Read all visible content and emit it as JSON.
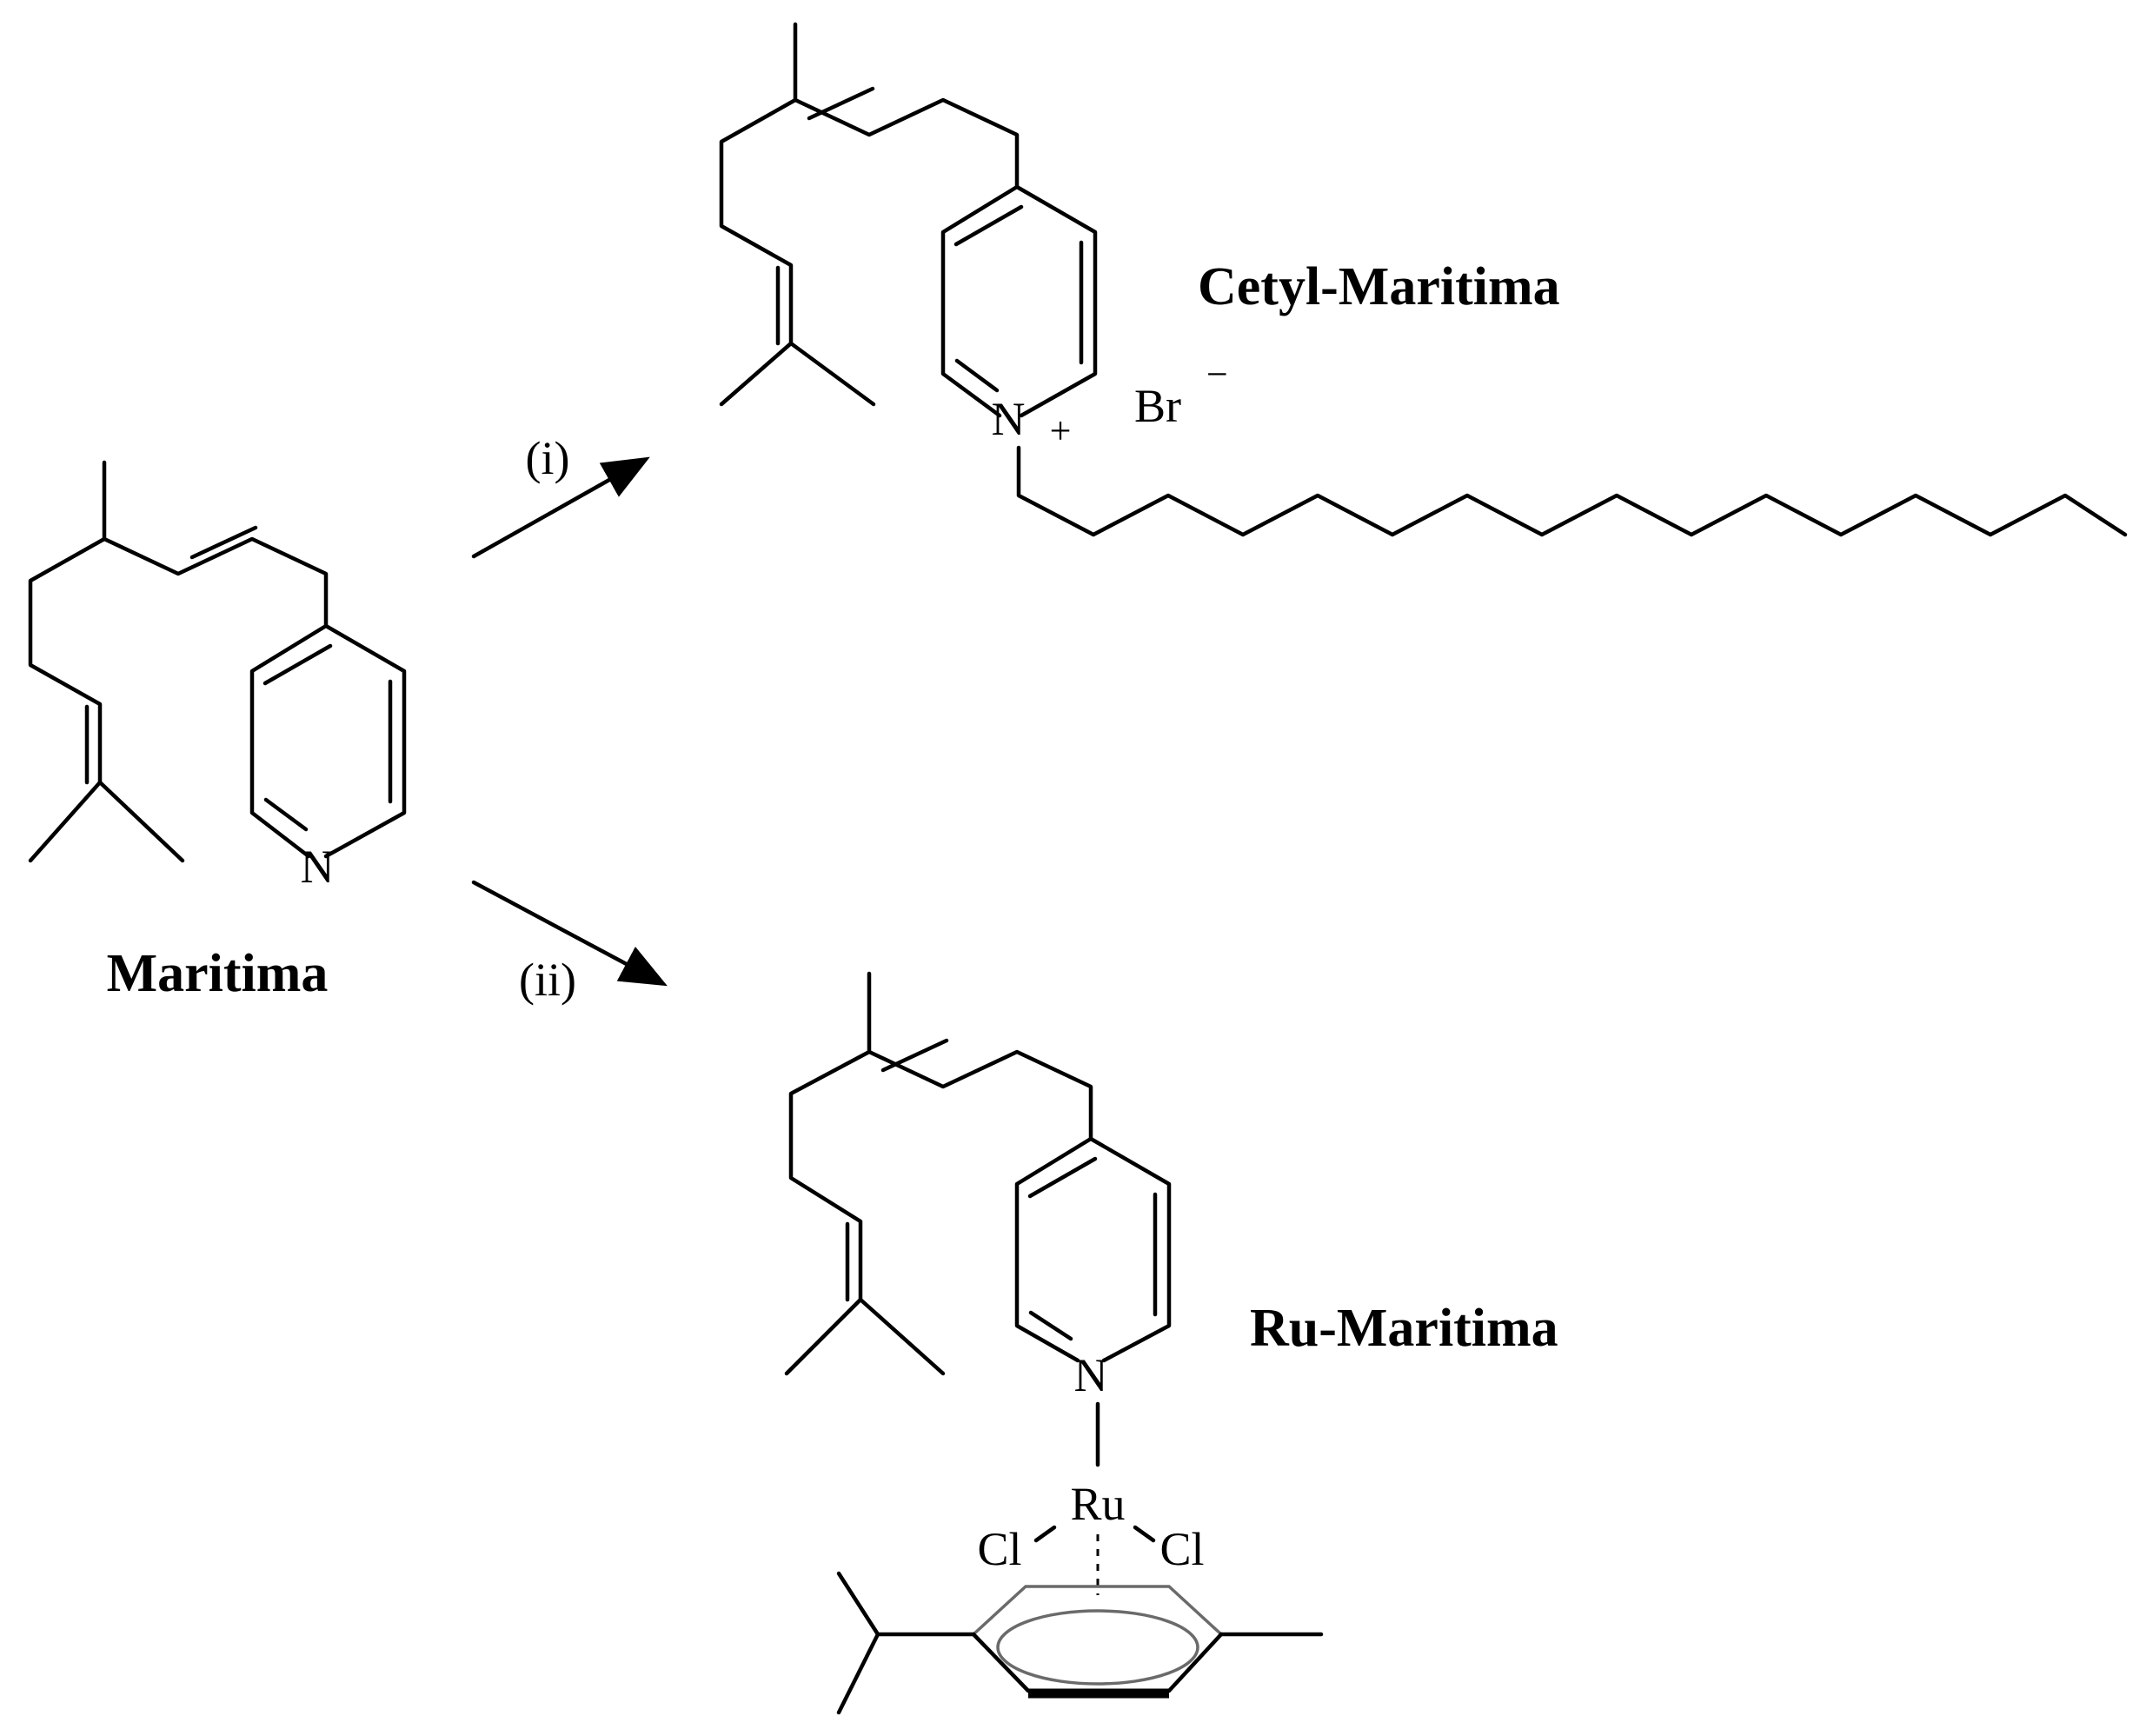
{
  "compounds": {
    "maritima": {
      "name": "Maritima",
      "n_label": "N"
    },
    "cetyl": {
      "name": "Cetyl-Maritima",
      "n_label": "N",
      "n_charge": "+",
      "counterion": "Br",
      "counterion_charge": "−"
    },
    "ru": {
      "name": "Ru-Maritima",
      "n_label": "N",
      "metal": "Ru",
      "ligand_left": "Cl",
      "ligand_right": "Cl"
    }
  },
  "steps": {
    "step1": "(i)",
    "step2": "(ii)"
  },
  "colors": {
    "ink": "#000000",
    "arene_ring": "#6a6a6a",
    "background": "#ffffff"
  }
}
